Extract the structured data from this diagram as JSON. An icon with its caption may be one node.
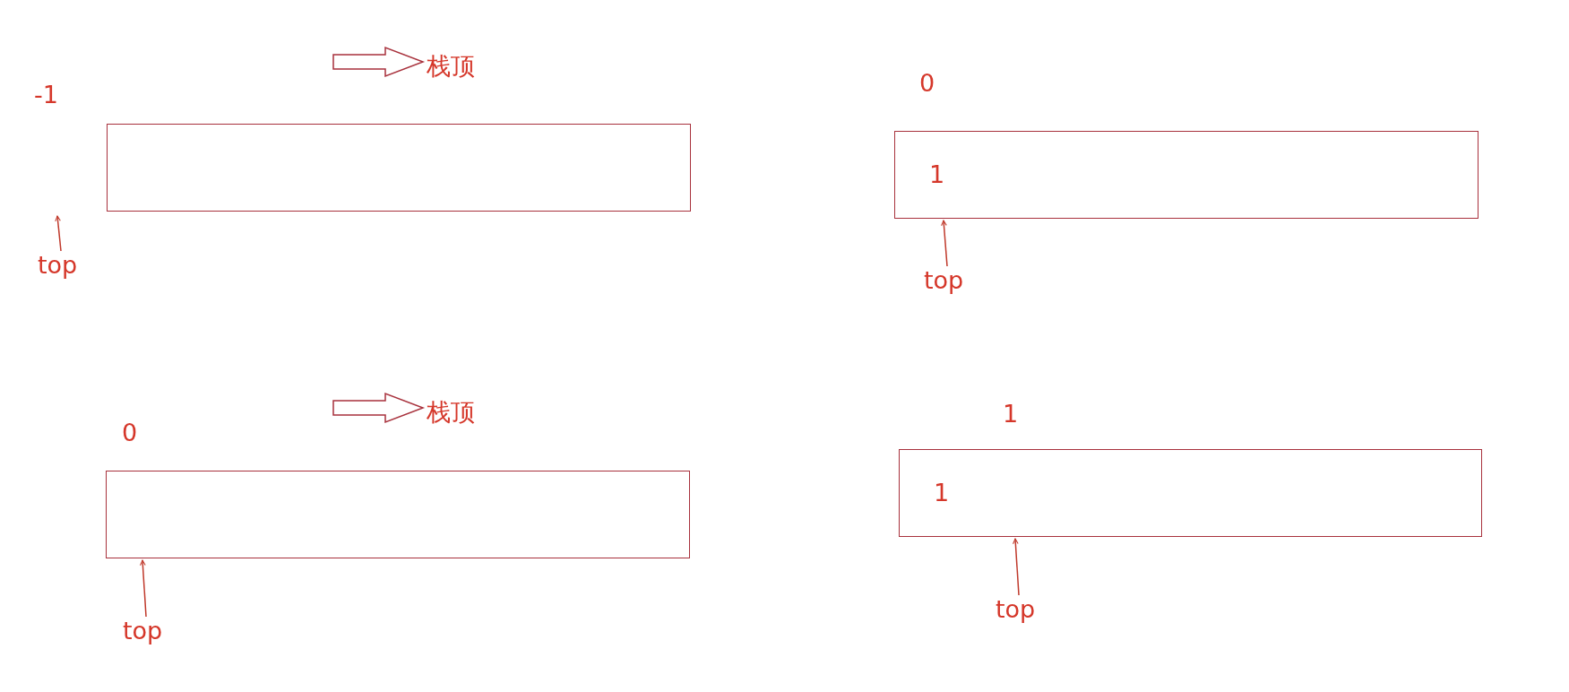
{
  "diagram": {
    "nodes": [
      {
        "text": [
          "栈顶"
        ]
      },
      {
        "text": [],
        "shape": "box"
      },
      {
        "text": [
          "top"
        ]
      },
      {
        "text": [
          "1"
        ]
      },
      {
        "text": [
          "top"
        ]
      },
      {
        "text": [
          "栈顶"
        ]
      },
      {
        "text": [],
        "shape": "box"
      },
      {
        "text": [
          "top"
        ]
      },
      {
        "text": [
          "1"
        ]
      },
      {
        "text": [
          "top"
        ]
      }
    ],
    "edges": [
      {
        "from": null,
        "to": 0,
        "arrow": "to"
      },
      {
        "from": 2,
        "to": null,
        "arrow": "to"
      },
      {
        "from": 4,
        "to": 3,
        "arrow": "to"
      },
      {
        "from": null,
        "to": 5,
        "arrow": "to"
      },
      {
        "from": 7,
        "to": 6,
        "arrow": "to"
      },
      {
        "from": 9,
        "to": 8,
        "arrow": "to"
      }
    ],
    "labels": [
      "-1",
      "0",
      "0",
      "1"
    ]
  }
}
